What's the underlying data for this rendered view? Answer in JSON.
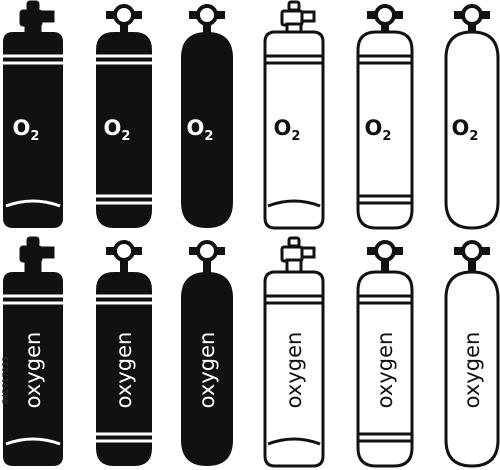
{
  "colors": {
    "ink": "#111111",
    "paper": "#ffffff"
  },
  "labels": {
    "o2_base": "O",
    "o2_sub": "2",
    "oxygen": "oxygen"
  },
  "stock_id": "842917033",
  "icons": [
    {
      "name": "oxygen-cylinder-icon",
      "row": 1,
      "fill": "solid",
      "valve": "flat",
      "label": "o2"
    },
    {
      "name": "oxygen-cylinder-icon",
      "row": 1,
      "fill": "solid",
      "valve": "round",
      "label": "o2"
    },
    {
      "name": "oxygen-cylinder-icon",
      "row": 1,
      "fill": "solid",
      "valve": "round",
      "label": "o2"
    },
    {
      "name": "oxygen-cylinder-icon",
      "row": 1,
      "fill": "outline",
      "valve": "flat",
      "label": "o2"
    },
    {
      "name": "oxygen-cylinder-icon",
      "row": 1,
      "fill": "outline",
      "valve": "round",
      "label": "o2"
    },
    {
      "name": "oxygen-cylinder-icon",
      "row": 1,
      "fill": "outline",
      "valve": "round",
      "label": "o2"
    },
    {
      "name": "oxygen-cylinder-icon",
      "row": 2,
      "fill": "solid",
      "valve": "flat",
      "label": "oxygen"
    },
    {
      "name": "oxygen-cylinder-icon",
      "row": 2,
      "fill": "solid",
      "valve": "round",
      "label": "oxygen"
    },
    {
      "name": "oxygen-cylinder-icon",
      "row": 2,
      "fill": "solid",
      "valve": "round",
      "label": "oxygen"
    },
    {
      "name": "oxygen-cylinder-icon",
      "row": 2,
      "fill": "outline",
      "valve": "flat",
      "label": "oxygen"
    },
    {
      "name": "oxygen-cylinder-icon",
      "row": 2,
      "fill": "outline",
      "valve": "round",
      "label": "oxygen"
    },
    {
      "name": "oxygen-cylinder-icon",
      "row": 2,
      "fill": "outline",
      "valve": "round",
      "label": "oxygen"
    }
  ]
}
